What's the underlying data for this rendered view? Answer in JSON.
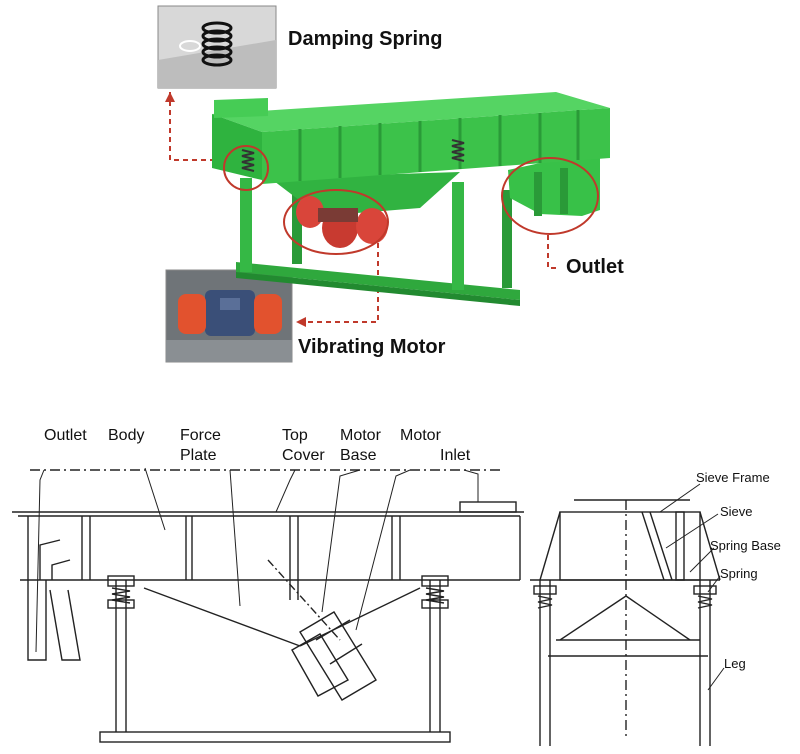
{
  "photo_labels": {
    "damping_spring": "Damping Spring",
    "outlet": "Outlet",
    "vibrating_motor": "Vibrating Motor"
  },
  "drawing_labels": {
    "outlet": "Outlet",
    "body": "Body",
    "force_plate_1": "Force",
    "force_plate_2": "Plate",
    "top_cover_1": "Top",
    "top_cover_2": "Cover",
    "motor_base_1": "Motor",
    "motor_base_2": "Base",
    "motor": "Motor",
    "inlet": "Inlet"
  },
  "side_labels": {
    "sieve_frame": "Sieve Frame",
    "sieve": "Sieve",
    "spring_base": "Spring Base",
    "spring": "Spring",
    "leg": "Leg"
  },
  "colors": {
    "machine_green": "#3cc24a",
    "motor_red": "#d9453a",
    "callout_red": "#c0392b"
  }
}
